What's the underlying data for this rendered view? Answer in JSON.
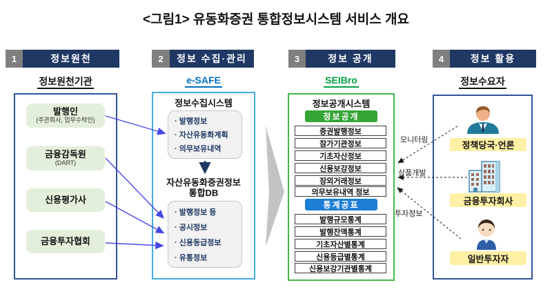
{
  "title": "<그림1> 유동화증권 통합정보시스템 서비스 개요",
  "columns": {
    "c1": {
      "num": "1",
      "header": "정보원천",
      "subtitle": "정보원천기관",
      "sources": [
        {
          "name": "발행인",
          "sub": "(주관회사, 업무수탁인)"
        },
        {
          "name": "금융감독원",
          "sub": "(DART)"
        },
        {
          "name": "신용평가사",
          "sub": ""
        },
        {
          "name": "금융투자협회",
          "sub": ""
        }
      ]
    },
    "c2": {
      "num": "2",
      "header": "정보 수집·관리",
      "subtitle": "e-SAFE",
      "system_title": "정보수집시스템",
      "collect_items": [
        "· 발행정보",
        "· 자산유동화계획",
        "· 의무보유내역"
      ],
      "db_title_line1": "자산유동화증권정보",
      "db_title_line2": "통합DB",
      "db_items": [
        "· 발행정보 등",
        "· 공시정보",
        "· 신용등급정보",
        "· 유통정보"
      ]
    },
    "c3": {
      "num": "3",
      "header": "정보 공개",
      "subtitle": "SEIBro",
      "system_title": "정보공개시스템",
      "disclosure_label": "정보공개",
      "disclosure_items": [
        "증권발행정보",
        "참가기관정보",
        "기초자산정보",
        "신용보강정보",
        "장외거래정보",
        "의무보유내역 정보"
      ],
      "stats_label": "통계공표",
      "stats_items": [
        "발행규모통계",
        "발행잔액통계",
        "기초자산별통계",
        "신용등급별통계",
        "신용보강기관별통계"
      ]
    },
    "c4": {
      "num": "4",
      "header": "정보 활용",
      "subtitle": "정보수요자",
      "consumers": [
        {
          "icon": "policy-person-icon",
          "label": "정책당국·언론"
        },
        {
          "icon": "building-icon",
          "label": "금융투자회사"
        },
        {
          "icon": "investor-person-icon",
          "label": "일반투자자"
        }
      ]
    }
  },
  "flow_labels": {
    "monitoring": "모니터링",
    "product_dev": "상품개발",
    "invest_info": "투자정보"
  },
  "colors": {
    "header_navy": "#1F3864",
    "number_gray": "#7F7F7F",
    "box_border_navy": "#2F5496",
    "box_border_skyblue": "#44ABDF",
    "box_border_green": "#44B649",
    "esafe_blue": "#0070C0",
    "seibro_green": "#00A042",
    "disclosure_green": "#35A535",
    "stats_blue": "#1D7ED6",
    "source_green_fill": "#E3EFDA",
    "consumer_yellow_fill": "#FFF0A6",
    "bullet_navy": "#1F3864",
    "flow_arrow_blue": "#4747E8",
    "big_arrow_gray": "#C3C3C3"
  }
}
